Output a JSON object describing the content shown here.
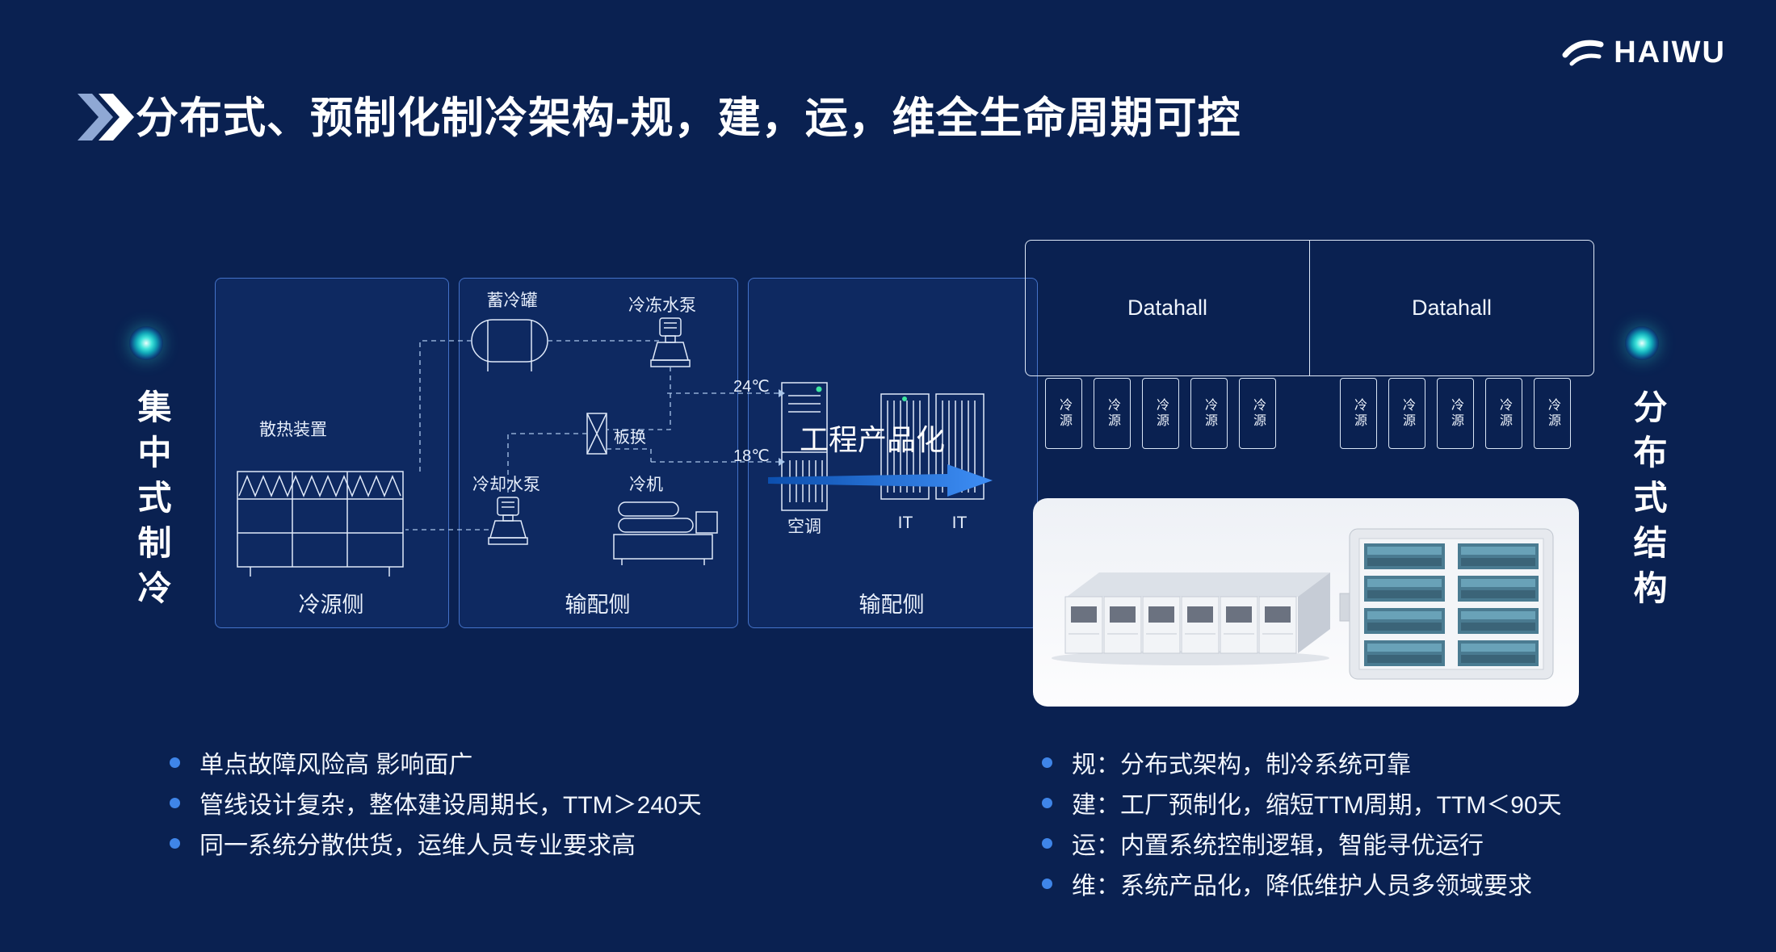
{
  "page": {
    "title": "分布式、预制化制冷架构-规，建，运，维全生命周期可控",
    "brand": "HAIWU"
  },
  "left": {
    "side_label": "集中式制冷",
    "diagram": {
      "panel1": {
        "bottom_label": "冷源侧",
        "heat_sink": "散热装置"
      },
      "panel2": {
        "bottom_label": "输配侧",
        "tank": "蓄冷罐",
        "chilled_pump": "冷冻水泵",
        "plate_hx": "板换",
        "cooling_pump": "冷却水泵",
        "chiller": "冷机"
      },
      "panel3": {
        "bottom_label": "输配侧",
        "temp_supply": "24℃",
        "temp_return": "18℃",
        "crac": "空调",
        "it_left": "IT",
        "it_right": "IT"
      }
    },
    "bullets": [
      "单点故障风险高 影响面广",
      "管线设计复杂，整体建设周期长，TTM＞240天",
      "同一系统分散供货，运维人员专业要求高"
    ]
  },
  "middle": {
    "arrow_label": "工程产品化"
  },
  "right": {
    "side_label": "分布式结构",
    "datahall_left": "Datahall",
    "datahall_right": "Datahall",
    "cold_source": "冷源",
    "bullets": [
      "规：分布式架构，制冷系统可靠",
      "建：工厂预制化，缩短TTM周期，TTM＜90天",
      "运：内置系统控制逻辑，智能寻优运行",
      "维：系统产品化，降低维护人员多领域要求"
    ]
  },
  "colors": {
    "background": "#0a2151",
    "accent_blue": "#3f85e8",
    "panel_border": "#4472c8",
    "teal_glow": "#2ad8cf",
    "arrow_gradient_start": "#0c4fae",
    "arrow_gradient_end": "#3e8ef5"
  }
}
